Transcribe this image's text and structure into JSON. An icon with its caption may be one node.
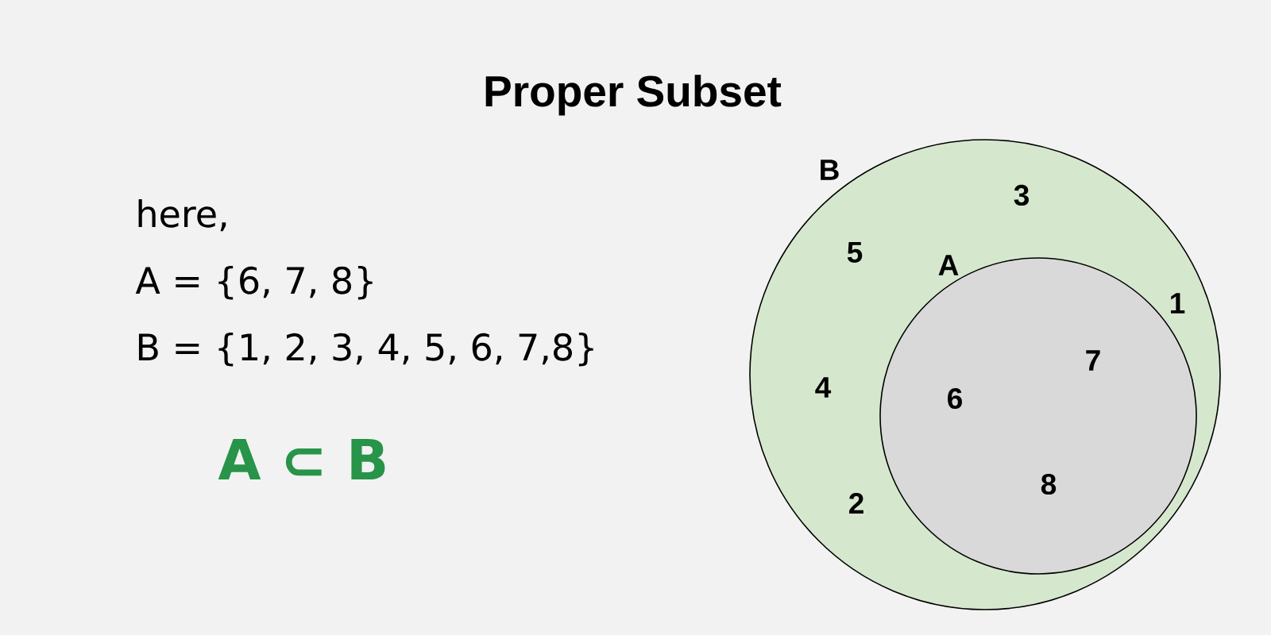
{
  "diagram": {
    "title": "Proper Subset",
    "nodes": [
      {
        "text": [
          "B",
          "3",
          "5",
          "1",
          "4",
          "2"
        ]
      },
      {
        "text": [
          "A",
          "7",
          "6",
          "8"
        ],
        "in": 0
      }
    ],
    "labels": [
      "here,",
      "A = {6, 7, 8}",
      "B = {1, 2, 3, 4, 5, 6, 7,8}",
      "A ⊂ B"
    ]
  }
}
